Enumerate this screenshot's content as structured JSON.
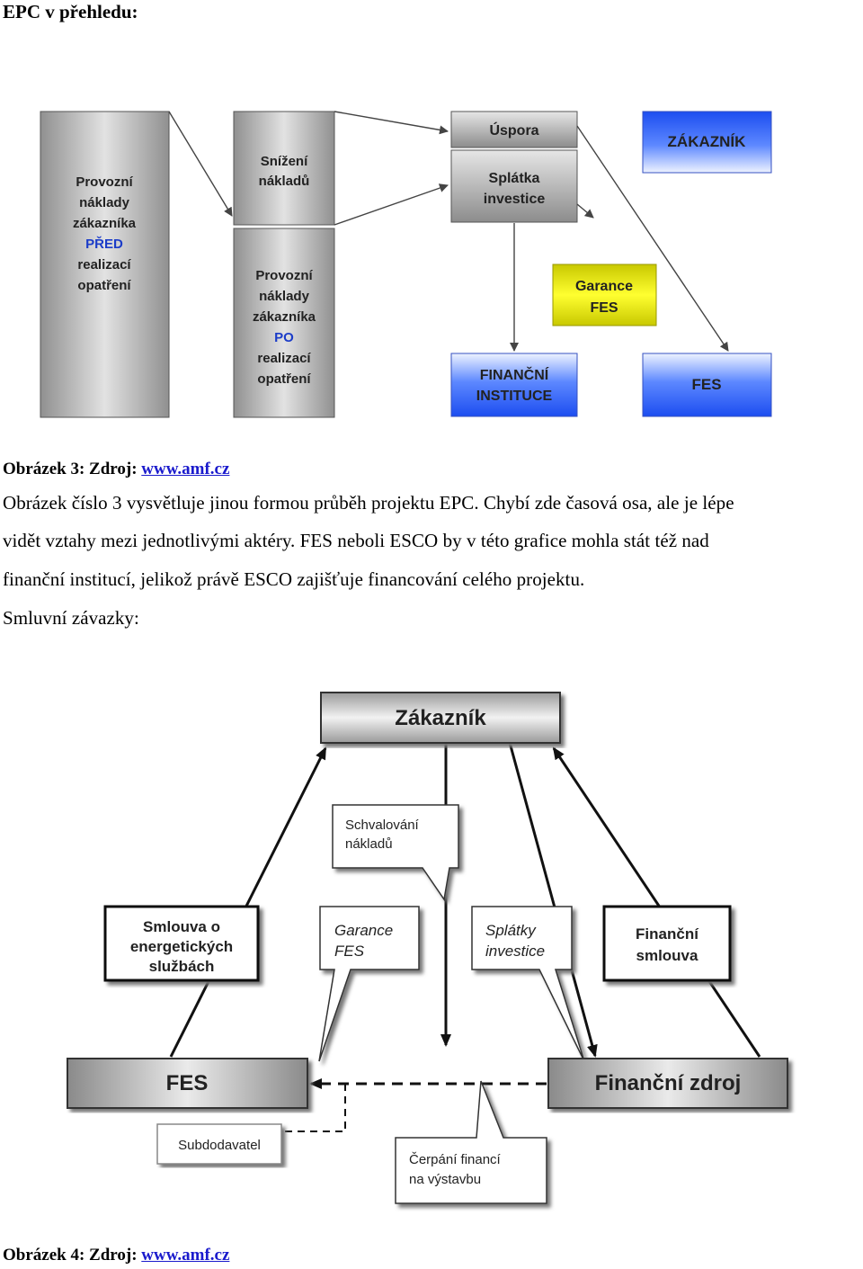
{
  "heading": "EPC v přehledu:",
  "figure3": {
    "before_box": [
      "Provozní",
      "náklady",
      "zákazníka",
      "PŘED",
      "realizací",
      "opatření"
    ],
    "savings_box": [
      "Snížení",
      "nákladů"
    ],
    "after_box": [
      "Provozní",
      "náklady",
      "zákazníka",
      "PO",
      "realizací",
      "opatření"
    ],
    "uspora": "Úspora",
    "splatka": [
      "Splátka",
      "investice"
    ],
    "zakaznik": "ZÁKAZNÍK",
    "garance": [
      "Garance",
      "FES"
    ],
    "financni": [
      "FINANČNÍ",
      "INSTITUCE"
    ],
    "fes": "FES",
    "colors": {
      "gray": "#b5b5b5",
      "blue": "#2f5ff0",
      "yellow": "#e8e800"
    }
  },
  "caption3": {
    "label": "Obrázek 3: Zdroj: ",
    "link": "www.amf.cz"
  },
  "paragraph": [
    "Obrázek číslo 3 vysvětluje jinou formou průběh projektu EPC. Chybí zde časová osa, ale je lépe",
    "vidět vztahy mezi jednotlivými aktéry. FES neboli ESCO by v této grafice mohla stát též nad",
    "finanční institucí, jelikož právě ESCO zajišťuje financování celého projektu."
  ],
  "smluvni": "Smluvní závazky:",
  "figure4": {
    "zakaznik": "Zákazník",
    "schvalovani": [
      "Schvalování",
      "nákladů"
    ],
    "smlouva": [
      "Smlouva o",
      "energetických",
      "službách"
    ],
    "garance": [
      "Garance",
      "FES"
    ],
    "splatky": [
      "Splátky",
      "investice"
    ],
    "financni_smlouva": [
      "Finanční",
      "smlouva"
    ],
    "fes": "FES",
    "financni_zdroj": "Finanční zdroj",
    "subdodavatel": "Subdodavatel",
    "cerpani": [
      "Čerpání financí",
      "na výstavbu"
    ]
  },
  "caption4": {
    "label": "Obrázek 4: Zdroj: ",
    "link": "www.amf.cz"
  }
}
